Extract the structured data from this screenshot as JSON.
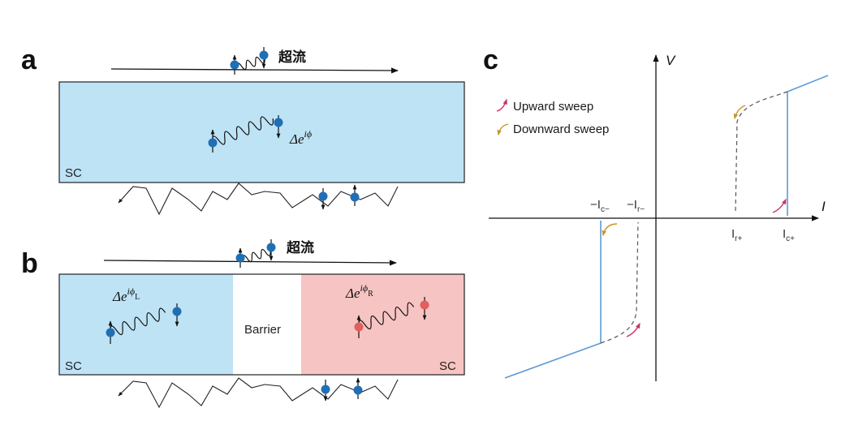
{
  "panels": {
    "a": {
      "letter": "a",
      "current_label": "超流",
      "sc_label": "SC",
      "order_param": "Δe",
      "order_exp": "iϕ"
    },
    "b": {
      "letter": "b",
      "current_label": "超流",
      "sc_left": "SC",
      "sc_right": "SC",
      "barrier": "Barrier",
      "left_param": "Δe",
      "left_exp": "iϕ",
      "left_sub": "L",
      "right_param": "Δe",
      "right_exp": "iϕ",
      "right_sub": "R"
    },
    "c": {
      "letter": "c",
      "y_axis": "V",
      "x_axis": "I",
      "ticks": [
        {
          "base": "−I",
          "sub": "c−"
        },
        {
          "base": "−I",
          "sub": "r−"
        },
        {
          "base": "I",
          "sub": "r+"
        },
        {
          "base": "I",
          "sub": "c+"
        }
      ],
      "legend": {
        "upward": "Upward sweep",
        "downward": "Downward sweep"
      }
    }
  },
  "colors": {
    "sc_blue": "#bde3f5",
    "sc_pink": "#f6c4c2",
    "electron_blue": "#1f6fb5",
    "electron_red": "#e0605f",
    "iv_line": "#5b9bd5",
    "upward_arrow": "#c8336e",
    "downward_arrow": "#c9952a"
  }
}
